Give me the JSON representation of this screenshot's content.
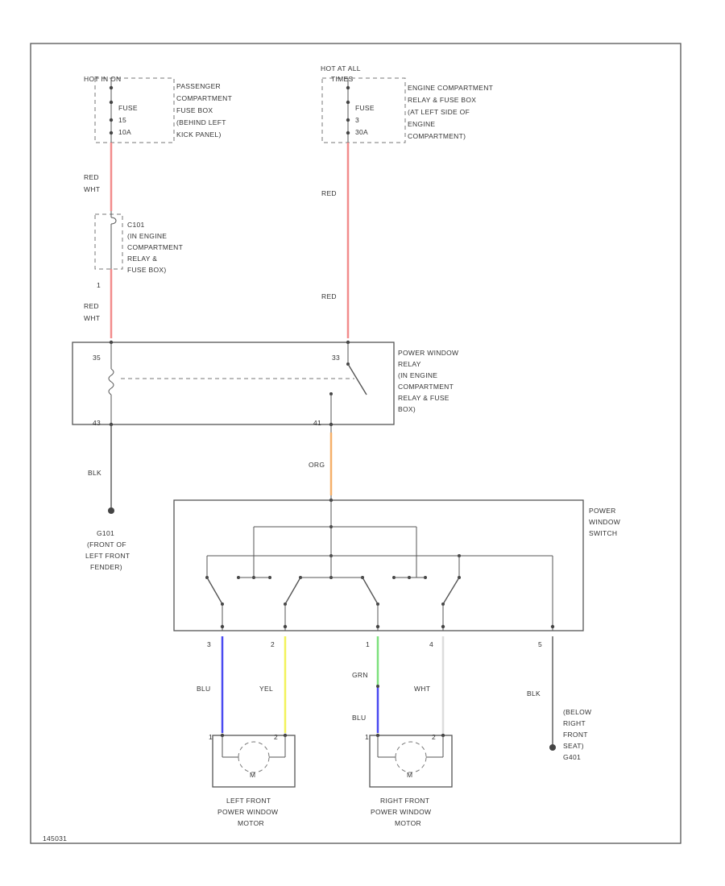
{
  "figure_id": "145031",
  "colors": {
    "red": "#f28c8c",
    "orange": "#f5b06a",
    "blue": "#4a4af0",
    "yellow": "#f2f25a",
    "green": "#7ee07e",
    "white_wire": "#dddddd",
    "black": "#555555"
  },
  "fuse_box_1": {
    "lines": [
      "HOT IN ON",
      "FUSE",
      "15",
      "10A"
    ],
    "desc": [
      "PASSENGER",
      "COMPARTMENT",
      "FUSE BOX",
      "(BEHIND LEFT",
      "KICK PANEL)"
    ]
  },
  "fuse_box_2": {
    "lines": [
      "HOT AT ALL",
      "TIMES",
      "FUSE",
      "3",
      "30A"
    ],
    "desc": [
      "ENGINE COMPARTMENT",
      "RELAY & FUSE BOX",
      "(AT LEFT SIDE OF",
      "ENGINE",
      "COMPARTMENT)"
    ]
  },
  "splice": {
    "desc": [
      "C101",
      "(IN ENGINE",
      "COMPARTMENT",
      "RELAY &",
      "FUSE BOX)"
    ],
    "pin": "1"
  },
  "wires": {
    "red_wht_1": [
      "RED",
      "WHT"
    ],
    "red_top": "RED",
    "red_wht_2": [
      "RED",
      "WHT"
    ],
    "red_mid": "RED",
    "blk_ground": "BLK",
    "org": "ORG",
    "blu_left": "BLU",
    "yel": "YEL",
    "grn": "GRN",
    "blu_right": "BLU",
    "wht": "WHT",
    "blk_right": "BLK"
  },
  "relay": {
    "pin_left_top": "35",
    "pin_right_top": "33",
    "pin_left_bottom": "43",
    "pin_right_bottom": "41",
    "desc": [
      "POWER WINDOW",
      "RELAY",
      "(IN ENGINE",
      "COMPARTMENT",
      "RELAY & FUSE",
      "BOX)"
    ]
  },
  "ground_1": [
    "G101",
    "(FRONT OF",
    "LEFT FRONT",
    "FENDER)"
  ],
  "switch": {
    "desc": [
      "POWER",
      "WINDOW",
      "SWITCH"
    ],
    "pins": [
      "3",
      "2",
      "1",
      "4",
      "5"
    ]
  },
  "ground_2": [
    "(BELOW",
    "RIGHT",
    "FRONT",
    "SEAT)",
    "G401"
  ],
  "motor_left": {
    "label": [
      "LEFT FRONT",
      "POWER WINDOW",
      "MOTOR"
    ],
    "pins": [
      "1",
      "2"
    ],
    "m": "M"
  },
  "motor_right": {
    "label": [
      "RIGHT FRONT",
      "POWER WINDOW",
      "MOTOR"
    ],
    "pins": [
      "1",
      "2"
    ],
    "m": "M"
  }
}
